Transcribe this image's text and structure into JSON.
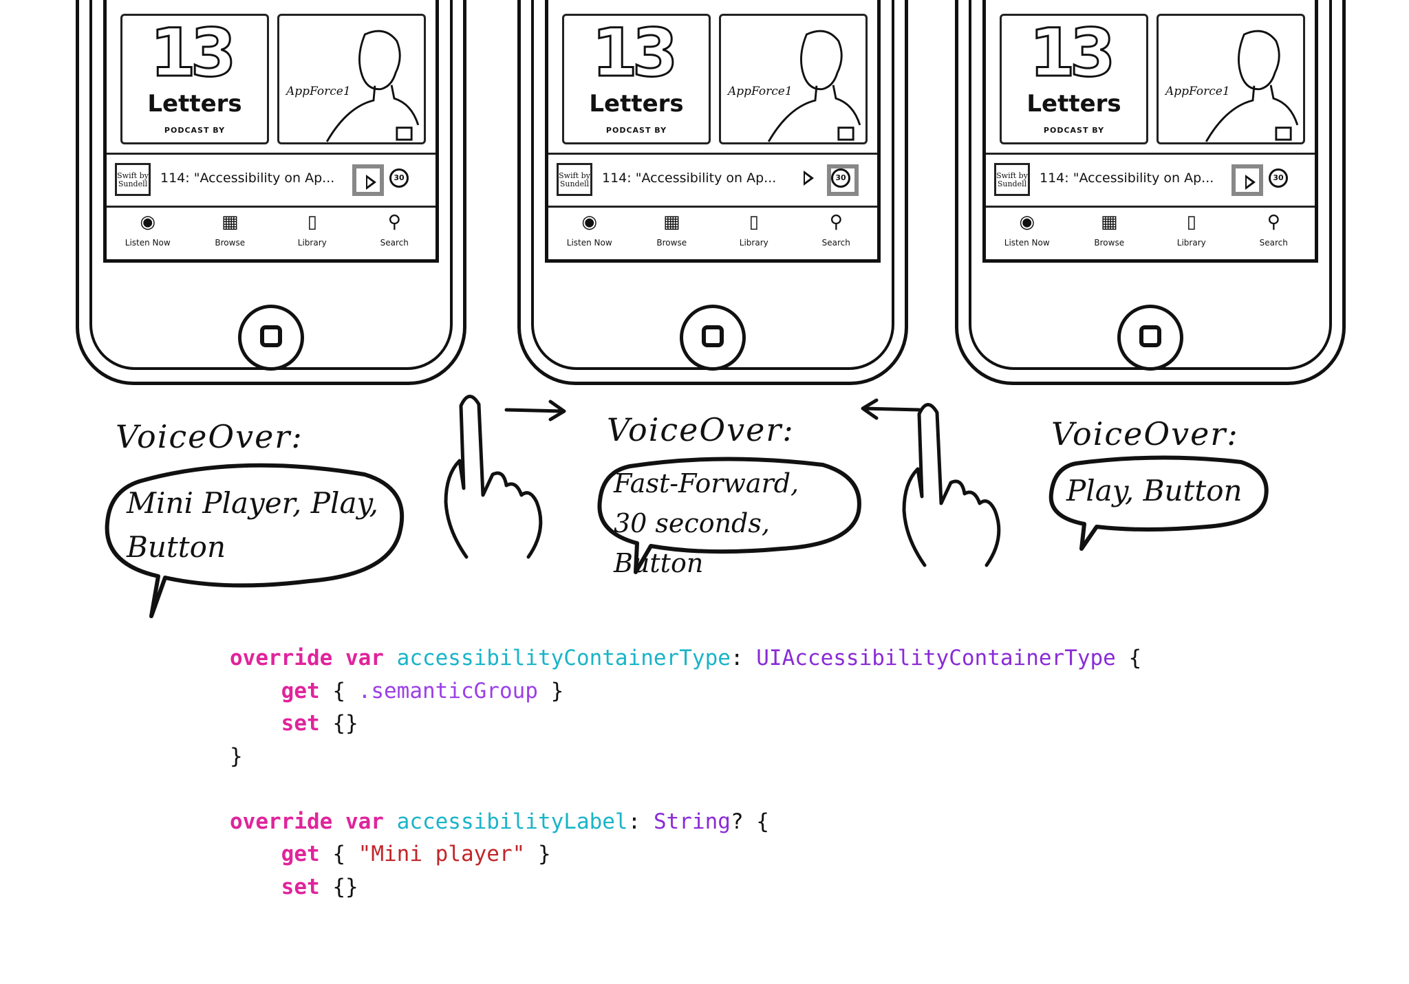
{
  "phones": [
    {
      "cover": {
        "number": "13",
        "title": "Letters",
        "byline": "PODCAST BY"
      },
      "show_brand": "AppForce1",
      "mini_player": {
        "art_text": "Swift by Sundell",
        "episode": "114: \"Accessibility on Ap...",
        "ff_label": "30",
        "focused": "play"
      },
      "tabs": [
        "Listen Now",
        "Browse",
        "Library",
        "Search"
      ]
    },
    {
      "cover": {
        "number": "13",
        "title": "Letters",
        "byline": "PODCAST BY"
      },
      "show_brand": "AppForce1",
      "mini_player": {
        "art_text": "Swift by Sundell",
        "episode": "114: \"Accessibility on Ap...",
        "ff_label": "30",
        "focused": "fast-forward"
      },
      "tabs": [
        "Listen Now",
        "Browse",
        "Library",
        "Search"
      ]
    },
    {
      "cover": {
        "number": "13",
        "title": "Letters",
        "byline": "PODCAST BY"
      },
      "show_brand": "AppForce1",
      "mini_player": {
        "art_text": "Swift by Sundell",
        "episode": "114: \"Accessibility on Ap...",
        "ff_label": "30",
        "focused": "play"
      },
      "tabs": [
        "Listen Now",
        "Browse",
        "Library",
        "Search"
      ]
    }
  ],
  "voiceover": [
    {
      "label": "VoiceOver:",
      "speech_lines": [
        "Mini Player, Play,",
        "Button"
      ]
    },
    {
      "label": "VoiceOver:",
      "speech_lines": [
        "Fast-Forward,",
        "30 seconds, Button"
      ]
    },
    {
      "label": "VoiceOver:",
      "speech_lines": [
        "Play, Button"
      ]
    }
  ],
  "gestures": [
    {
      "direction": "swipe-right",
      "icon": "pointing-hand-icon"
    },
    {
      "direction": "swipe-left",
      "icon": "pointing-hand-icon"
    }
  ],
  "code": {
    "block1": {
      "line1": {
        "kw1": "override",
        "kw2": "var",
        "name": "accessibilityContainerType",
        "colon": ":",
        "type": "UIAccessibilityContainerType",
        "brace": "{"
      },
      "line2": {
        "kw": "get",
        "open": "{",
        "value": ".semanticGroup",
        "close": "}"
      },
      "line3": {
        "kw": "set",
        "body": "{}"
      },
      "line4": "}"
    },
    "block2": {
      "line1": {
        "kw1": "override",
        "kw2": "var",
        "name": "accessibilityLabel",
        "colon": ":",
        "type": "String",
        "suffix": "? {"
      },
      "line2": {
        "kw": "get",
        "open": "{",
        "value": "\"Mini player\"",
        "close": "}"
      },
      "line3": {
        "kw": "set",
        "body": "{}"
      }
    }
  },
  "colors": {
    "keyword": "#e0249c",
    "property": "#19b4c8",
    "type": "#8a2bd6",
    "string": "#c0262a",
    "focus_outline": "#888888"
  }
}
